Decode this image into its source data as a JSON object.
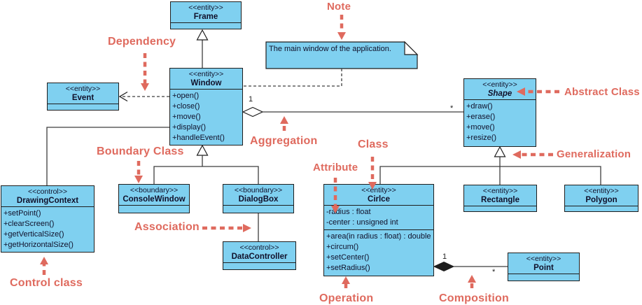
{
  "colors": {
    "box_fill": "#7fd0f0",
    "annotation_red": "#df6a5e",
    "connector": "#3d3d3d"
  },
  "classes": {
    "frame": {
      "stereotype": "<<entity>>",
      "name": "Frame"
    },
    "window": {
      "stereotype": "<<entity>>",
      "name": "Window",
      "operations": [
        "+open()",
        "+close()",
        "+move()",
        "+display()",
        "+handleEvent()"
      ]
    },
    "event": {
      "stereotype": "<<entity>>",
      "name": "Event"
    },
    "shape": {
      "stereotype": "<<entity>>",
      "name": "Shape",
      "operations": [
        "+draw()",
        "+erase()",
        "+move()",
        "+resize()"
      ]
    },
    "drawing_context": {
      "stereotype": "<<control>>",
      "name": "DrawingContext",
      "operations": [
        "+setPoint()",
        "+clearScreen()",
        "+getVerticalSize()",
        "+getHorizontalSize()"
      ]
    },
    "console_window": {
      "stereotype": "<<boundary>>",
      "name": "ConsoleWindow"
    },
    "dialog_box": {
      "stereotype": "<<boundary>>",
      "name": "DialogBox"
    },
    "data_controller": {
      "stereotype": "<<control>>",
      "name": "DataController"
    },
    "circle": {
      "stereotype": "<<entity>>",
      "name": "Cirlce",
      "attributes": [
        "-radius : float",
        "-center : unsigned int"
      ],
      "operations": [
        "+area(in radius : float) : double",
        "+circum()",
        "+setCenter()",
        "+setRadius()"
      ]
    },
    "rectangle": {
      "stereotype": "<<entity>>",
      "name": "Rectangle"
    },
    "polygon": {
      "stereotype": "<<entity>>",
      "name": "Polygon"
    },
    "point": {
      "stereotype": "<<entity>>",
      "name": "Point"
    }
  },
  "note": {
    "text": "The main window of the application."
  },
  "relationships": {
    "aggregation": {
      "source_mult": "1",
      "target_mult": "*"
    },
    "composition": {
      "source_mult": "1",
      "target_mult": "*"
    }
  },
  "annotations": {
    "note": "Note",
    "dependency": "Dependency",
    "abstract_class": "Abstract Class",
    "aggregation": "Aggregation",
    "boundary_class": "Boundary Class",
    "class_label": "Class",
    "attribute": "Attribute",
    "generalization": "Generalization",
    "association": "Association",
    "control_class": "Control class",
    "operation": "Operation",
    "composition": "Composition"
  }
}
